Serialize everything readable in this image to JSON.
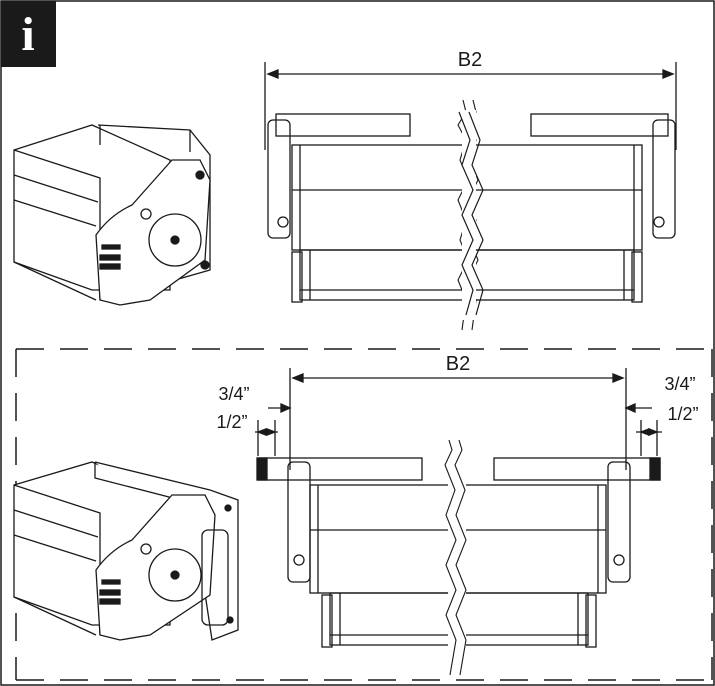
{
  "info_badge": {
    "glyph": "i",
    "bg_color": "#1a1a1a",
    "fg_color": "#ffffff",
    "icon": "info-icon"
  },
  "top_panel": {
    "width_label": "B2"
  },
  "bottom_panel": {
    "width_label": "B2",
    "left_outer_label": "3/4”",
    "left_inner_label": "1/2”",
    "right_outer_label": "3/4”",
    "right_inner_label": "1/2”"
  },
  "colors": {
    "line": "#1a1a1a",
    "dark_fill": "#2a2a2a",
    "mid_fill": "#cfcfcf"
  }
}
